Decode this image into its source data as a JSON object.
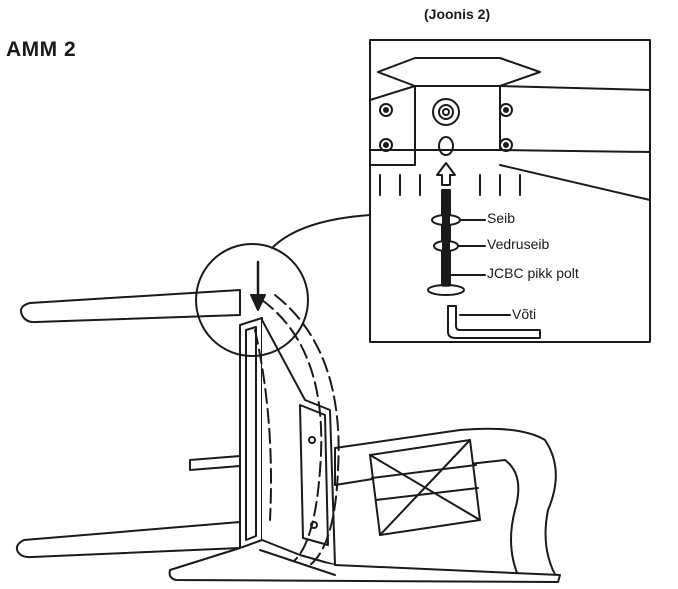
{
  "step": {
    "title": "AMM 2"
  },
  "figure": {
    "label": "(Joonis 2)"
  },
  "callouts": {
    "washer": "Seib",
    "spring_washer": "Vedruseib",
    "bolt": "JCBC pikk polt",
    "key": "Võti"
  },
  "colors": {
    "line": "#1a1a1a",
    "background": "#ffffff"
  }
}
